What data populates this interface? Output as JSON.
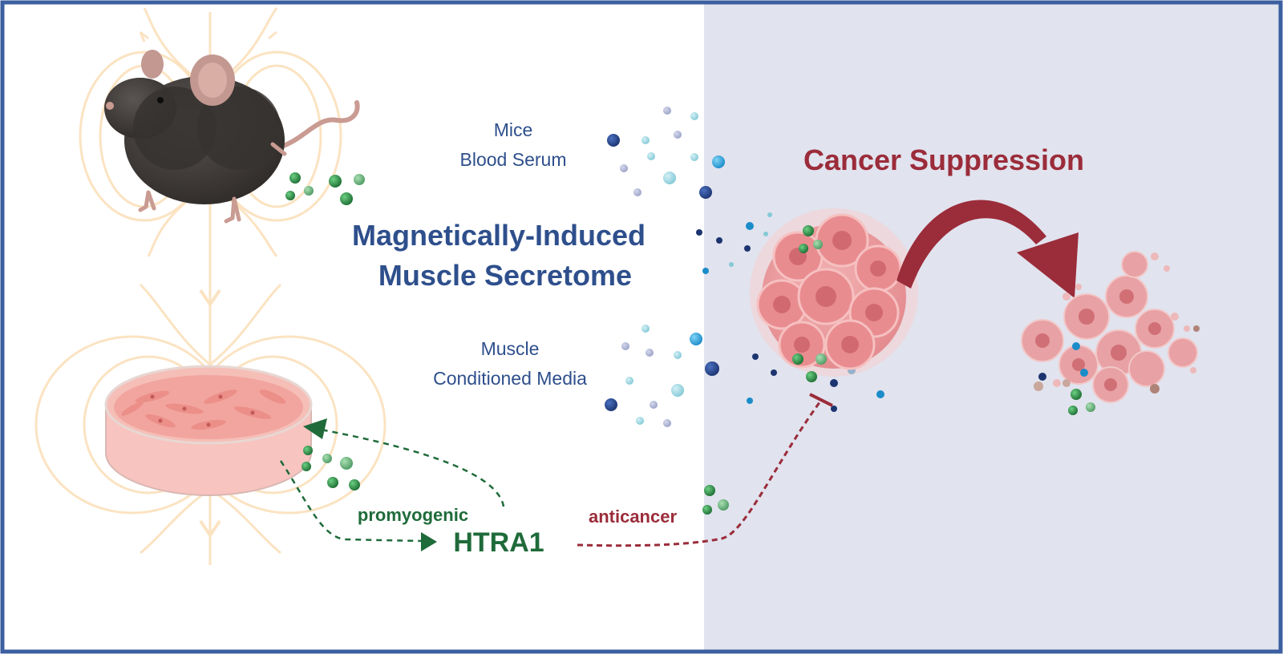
{
  "labels": {
    "serum_line1": "Mice",
    "serum_line2": "Blood Serum",
    "main_title_line1": "Magnetically-Induced",
    "main_title_line2": "Muscle Secretome",
    "media_line1": "Muscle",
    "media_line2": "Conditioned Media",
    "cancer_suppression": "Cancer Suppression",
    "promyogenic": "promyogenic",
    "htra1": "HTRA1",
    "anticancer": "anticancer"
  },
  "colors": {
    "frame": "#3b5fa0",
    "right_panel": "#e1e3ee",
    "field_lines": "#fbe3c2",
    "text_blue": "#2e4f8c",
    "text_red": "#9b2c3a",
    "text_green": "#1f6b3a",
    "htra1_particle": "#2e8b45",
    "tumor": "#e99a9c"
  }
}
